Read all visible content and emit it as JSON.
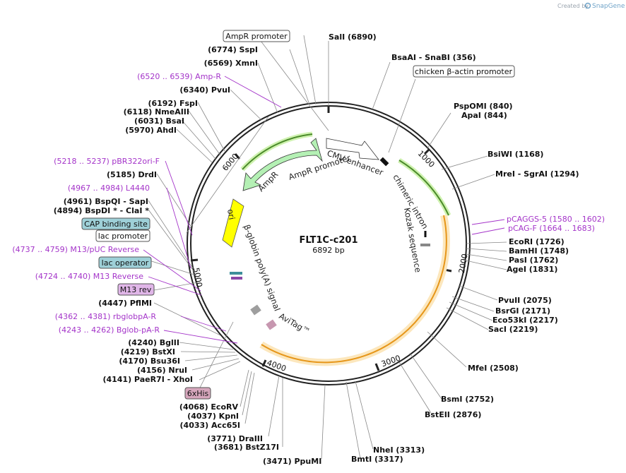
{
  "header": {
    "created_by": "Created by",
    "brand": "SnapGene"
  },
  "plasmid": {
    "name": "FLT1C-c201",
    "length_label": "6892 bp",
    "length": 6892
  },
  "colors": {
    "enzyme_text": "#111111",
    "primer_text": "#a434c9",
    "ampr": "#b4f0b4",
    "ori": "#ffff00",
    "cds_orange": "#f5ca7a",
    "protein_bind": "#9ed0d8",
    "m13rev": "#e0b6e8",
    "his": "#d6a6bc"
  },
  "tick_labels": [
    "1000",
    "2000",
    "3000",
    "4000",
    "5000",
    "6000"
  ],
  "enzymes_right": [
    {
      "name": "SalI",
      "pos": "(6890)",
      "line": "SalI   (6890)"
    },
    {
      "name": "BsaAI - SnaBI",
      "line": "BsaAI  -  SnaBI   (356)"
    },
    {
      "line": "PspOMI   (840)"
    },
    {
      "line": "ApaI   (844)"
    },
    {
      "line": "BsiWI   (1168)"
    },
    {
      "line": "MreI  -  SgrAI   (1294)"
    },
    {
      "line": "EcoRI   (1726)"
    },
    {
      "line": "BamHI   (1748)"
    },
    {
      "line": "PasI   (1762)"
    },
    {
      "line": "AgeI   (1831)"
    },
    {
      "line": "PvuII   (2075)"
    },
    {
      "line": "BsrGI   (2171)"
    },
    {
      "line": "Eco53kI   (2217)"
    },
    {
      "line": "SacI   (2219)"
    },
    {
      "line": "MfeI   (2508)"
    },
    {
      "line": "BsmI   (2752)"
    },
    {
      "line": "BstEII   (2876)"
    },
    {
      "line": "NheI   (3313)"
    },
    {
      "line": "BmtI   (3317)"
    },
    {
      "line": "(3471)  PpuMI"
    }
  ],
  "enzymes_left": [
    {
      "line": "(6774)  SspI"
    },
    {
      "line": "(6569)  XmnI"
    },
    {
      "line": "(6340)  PvuI"
    },
    {
      "line": "(6192)  FspI"
    },
    {
      "line": "(6118)  NmeAIII"
    },
    {
      "line": "(6031)  BsaI"
    },
    {
      "line": "(5970)  AhdI"
    },
    {
      "line": "(5185)  DrdI"
    },
    {
      "line": "(4961)  BspQI  -  SapI"
    },
    {
      "line": "(4894)  BspDI *  -  ClaI *"
    },
    {
      "line": "(4447)  PflMI"
    },
    {
      "line": "(4240)  BglII"
    },
    {
      "line": "(4219)  BstXI"
    },
    {
      "line": "(4170)  Bsu36I"
    },
    {
      "line": "(4156)  NruI"
    },
    {
      "line": "(4141)  PaeR7I  -  XhoI"
    },
    {
      "line": "(4068)  EcoRV"
    },
    {
      "line": "(4037)  KpnI"
    },
    {
      "line": "(4033)  Acc65I"
    },
    {
      "line": "(3771)  DraIII"
    },
    {
      "line": "(3681)  BstZ17I"
    }
  ],
  "primers": [
    {
      "line": "(6520 .. 6539)  Amp-R"
    },
    {
      "line": "(5218 .. 5237)  pBR322ori-F"
    },
    {
      "line": "(4967 .. 4984)  L4440"
    },
    {
      "line": "(4737 .. 4759)  M13/pUC Reverse"
    },
    {
      "line": "(4724 .. 4740)  M13 Reverse"
    },
    {
      "line": "(4362 .. 4381)  rbglobpA-R"
    },
    {
      "line": "(4243 .. 4262)  Bglob-pA-R"
    },
    {
      "line": "pCAGGS-5   (1580 .. 1602)"
    },
    {
      "line": "pCAG-F   (1664 .. 1683)"
    }
  ],
  "boxed_labels": [
    {
      "text": "AmpR promoter"
    },
    {
      "text": "chicken β-actin promoter"
    },
    {
      "text": "CAP binding site"
    },
    {
      "text": "lac promoter"
    },
    {
      "text": "lac operator"
    },
    {
      "text": "M13 rev"
    },
    {
      "text": "6xHis"
    }
  ],
  "features": [
    {
      "name": "CMV enhancer"
    },
    {
      "name": "chimeric intron"
    },
    {
      "name": "Kozak sequence"
    },
    {
      "name": "AviTag™"
    },
    {
      "name": "β-globin poly(A) signal"
    },
    {
      "name": "ori"
    },
    {
      "name": "AmpR"
    },
    {
      "name": "AmpR promoter"
    }
  ]
}
